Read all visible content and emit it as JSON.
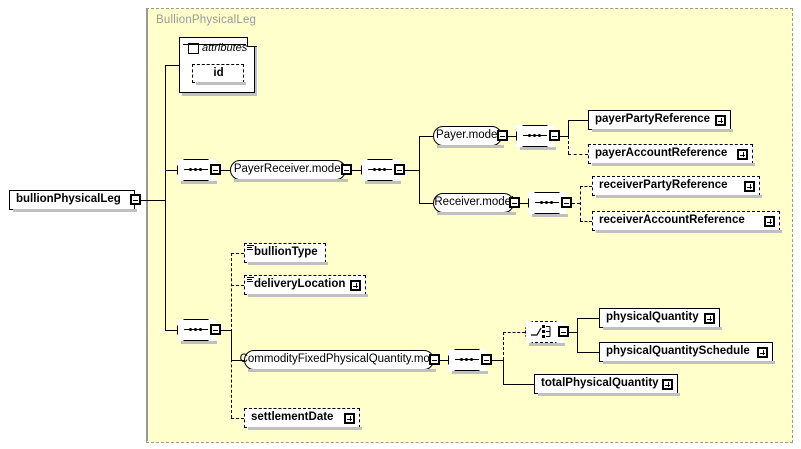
{
  "diagram": {
    "type": "xsd-schema-diagram",
    "root_element": {
      "label": "bullionPhysicalLeg",
      "toggle": "minus"
    },
    "complex_type_panel": {
      "title": "BullionPhysicalLeg",
      "background": "#ffffcc",
      "border": "#999999"
    },
    "attributes_group": {
      "label": "attributes",
      "toggle": "minus",
      "items": [
        {
          "label": "id",
          "optional": true
        }
      ]
    },
    "compositors": [
      {
        "id": "seq-root",
        "kind": "sequence",
        "toggle": "minus"
      },
      {
        "id": "seq-payerreceiver",
        "kind": "sequence",
        "toggle": "minus"
      },
      {
        "id": "seq-payer",
        "kind": "sequence",
        "toggle": "minus"
      },
      {
        "id": "seq-receiver",
        "kind": "sequence",
        "toggle": "minus"
      },
      {
        "id": "seq-root-2",
        "kind": "sequence",
        "toggle": "minus"
      },
      {
        "id": "seq-commodity",
        "kind": "sequence",
        "toggle": "minus"
      },
      {
        "id": "choice-quantity",
        "kind": "choice",
        "toggle": "minus",
        "optional": true
      }
    ],
    "model_groups": [
      {
        "label": "PayerReceiver.model",
        "toggle": "minus"
      },
      {
        "label": "Payer.model",
        "toggle": "minus"
      },
      {
        "label": "Receiver.model",
        "toggle": "minus"
      },
      {
        "label": "CommodityFixedPhysicalQuantity.mo...",
        "toggle": "minus"
      }
    ],
    "elements": [
      {
        "label": "payerPartyReference",
        "optional": false,
        "expander": "plus",
        "simple_marker": false
      },
      {
        "label": "payerAccountReference",
        "optional": true,
        "expander": "plus",
        "simple_marker": false
      },
      {
        "label": "receiverPartyReference",
        "optional": true,
        "expander": "plus",
        "simple_marker": false
      },
      {
        "label": "receiverAccountReference",
        "optional": true,
        "expander": "plus",
        "simple_marker": false
      },
      {
        "label": "bullionType",
        "optional": true,
        "expander": "none",
        "simple_marker": true
      },
      {
        "label": "deliveryLocation",
        "optional": true,
        "expander": "plus",
        "simple_marker": true
      },
      {
        "label": "settlementDate",
        "optional": true,
        "expander": "plus",
        "simple_marker": false
      },
      {
        "label": "physicalQuantity",
        "optional": false,
        "expander": "plus",
        "simple_marker": false
      },
      {
        "label": "physicalQuantitySchedule",
        "optional": false,
        "expander": "plus",
        "simple_marker": false
      },
      {
        "label": "totalPhysicalQuantity",
        "optional": false,
        "expander": "plus",
        "simple_marker": false
      }
    ]
  }
}
